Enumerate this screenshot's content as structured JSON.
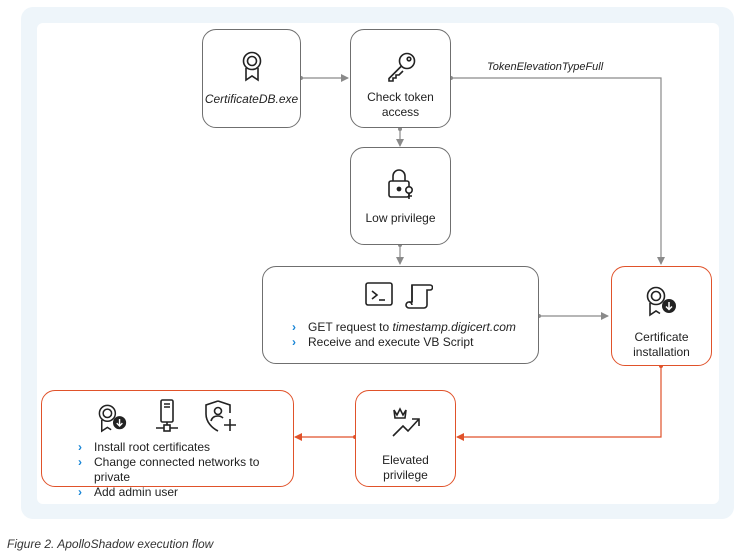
{
  "nodes": {
    "certificatedb": {
      "label": "CertificateDB.exe",
      "icon": "certificate-ribbon-icon"
    },
    "check_token": {
      "label_line1": "Check token",
      "label_line2": "access",
      "icon": "key-icon"
    },
    "low_privilege": {
      "label": "Low privilege",
      "icon": "padlock-key-icon"
    },
    "get_request": {
      "icons": [
        "terminal-window-icon",
        "script-scroll-icon"
      ],
      "bullets": [
        {
          "prefix": "GET request to ",
          "emph": "timestamp.digicert.com"
        },
        {
          "prefix": "Receive and execute VB Script",
          "emph": ""
        }
      ]
    },
    "cert_install": {
      "label_line1": "Certificate",
      "label_line2": "installation",
      "icon": "certificate-download-icon"
    },
    "elevated": {
      "label_line1": "Elevated",
      "label_line2": "privilege",
      "icon": "crown-trend-icon"
    },
    "actions": {
      "icons": [
        "certificate-download-icon",
        "network-device-icon",
        "shield-user-add-icon"
      ],
      "bullets": [
        "Install root certificates",
        "Change connected networks to private",
        "Add admin user"
      ]
    }
  },
  "edge_labels": {
    "token_full": "TokenElevationTypeFull"
  },
  "caption": "Figure 2. ApolloShadow execution flow",
  "colors": {
    "gray_line": "#8a8a8a",
    "orange": "#e0522a",
    "accent_blue": "#1a86d6",
    "panel": "#eef5fa"
  }
}
